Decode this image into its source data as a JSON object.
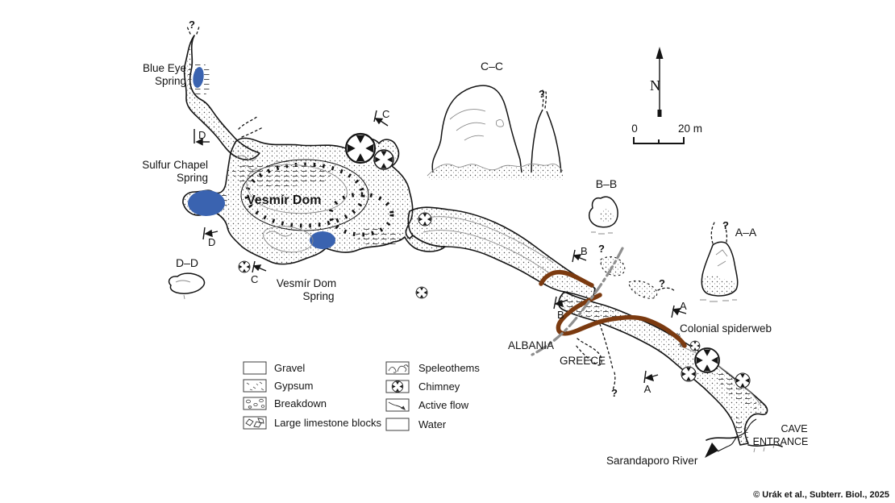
{
  "map": {
    "labels": {
      "blue_eye_spring_1": "Blue Eye",
      "blue_eye_spring_2": "Spring",
      "sulfur_chapel_spring_1": "Sulfur Chapel",
      "sulfur_chapel_spring_2": "Spring",
      "vesmir_dom": "Vesmír Dom",
      "vesmir_dom_spring_1": "Vesmír Dom",
      "vesmir_dom_spring_2": "Spring",
      "colonial_spiderweb": "Colonial spiderweb",
      "albania": "ALBANIA",
      "greece": "GREECE",
      "cave_entrance_1": "CAVE",
      "cave_entrance_2": "ENTRANCE",
      "sarandaporo_river": "Sarandaporo River"
    },
    "cross_sections": {
      "aa": "A–A",
      "bb": "B–B",
      "cc": "C–C",
      "dd": "D–D"
    },
    "markers": {
      "a": "A",
      "b": "B",
      "c": "C",
      "d": "D"
    },
    "compass": {
      "north": "N"
    },
    "scale_bar": {
      "zero": "0",
      "twenty": "20 m"
    },
    "question_mark": "?"
  },
  "legend": {
    "items": [
      {
        "name": "gravel",
        "label": "Gravel"
      },
      {
        "name": "gypsum",
        "label": "Gypsum"
      },
      {
        "name": "breakdown",
        "label": "Breakdown"
      },
      {
        "name": "large-limestone-blocks",
        "label": "Large limestone blocks"
      },
      {
        "name": "speleothems",
        "label": "Speleothems"
      },
      {
        "name": "chimney",
        "label": "Chimney"
      },
      {
        "name": "active-flow",
        "label": "Active flow"
      },
      {
        "name": "water",
        "label": "Water"
      }
    ]
  },
  "attribution": "© Urák et al., Subterr. Biol., 2025",
  "colors": {
    "water": "#3a63b0",
    "border-line": "#7b3a10",
    "boundary-line": "#8f8f8f",
    "ink": "#141414"
  }
}
